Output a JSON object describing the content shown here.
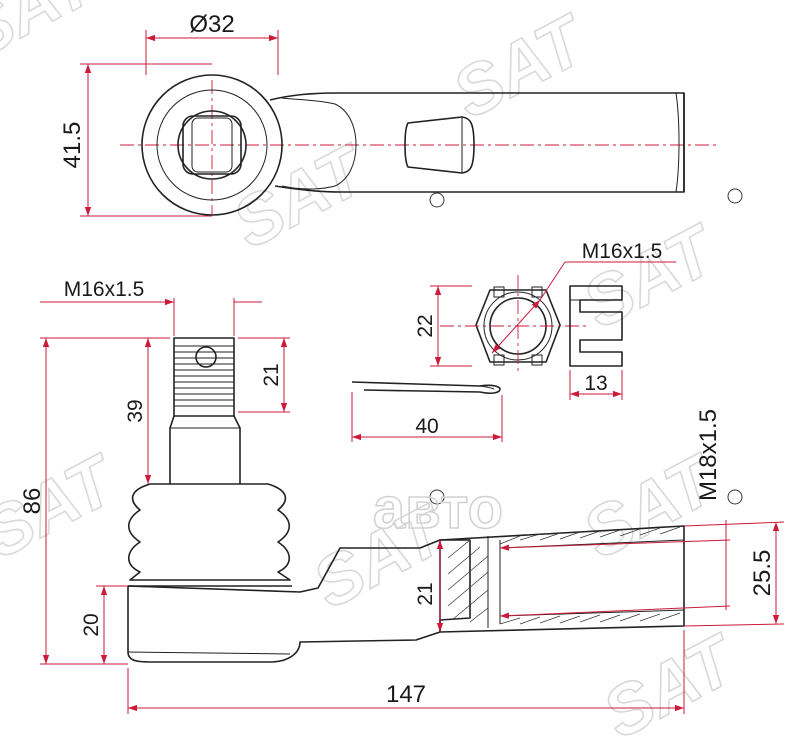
{
  "dimensions": {
    "eye_diameter": "Ø32",
    "eye_height": "41.5",
    "stud_thread": "M16x1.5",
    "thread_length": "21",
    "stud_length": "39",
    "total_height": "86",
    "body_height": "20",
    "neck_height": "21",
    "shaft_height": "25.5",
    "shaft_thread": "M18x1.5",
    "total_length": "147",
    "nut_thread": "M16x1.5",
    "nut_size": "22",
    "nut_height": "13",
    "cotter_pin_length": "40"
  },
  "watermark": {
    "brand": "SAT",
    "registered": "®",
    "center_logo": "авто"
  },
  "colors": {
    "dimension_line": "#cc1a3a",
    "outline": "#222222",
    "watermark": "#d4d4d4"
  }
}
